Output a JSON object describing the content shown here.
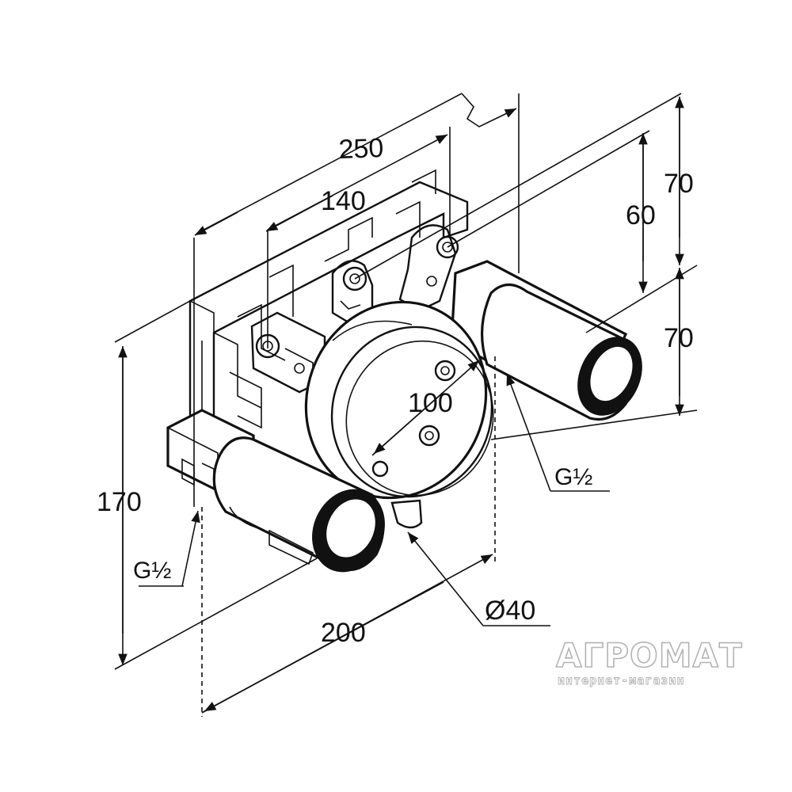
{
  "diagram": {
    "dimensions": {
      "overall_width": "250",
      "inner_width": "140",
      "height_upper": "70",
      "height_inner": "60",
      "height_lower": "70",
      "total_height": "170",
      "depth": "200",
      "center_dim": "100",
      "diameter": "Ø40"
    },
    "threads": {
      "left": "G½",
      "right": "G½"
    }
  },
  "watermark": {
    "brand": "АГРОМАТ",
    "tagline": "интернет-магазин"
  },
  "colors": {
    "line": "#111111",
    "background": "#ffffff",
    "watermark_outline": "#b4b4b4"
  }
}
